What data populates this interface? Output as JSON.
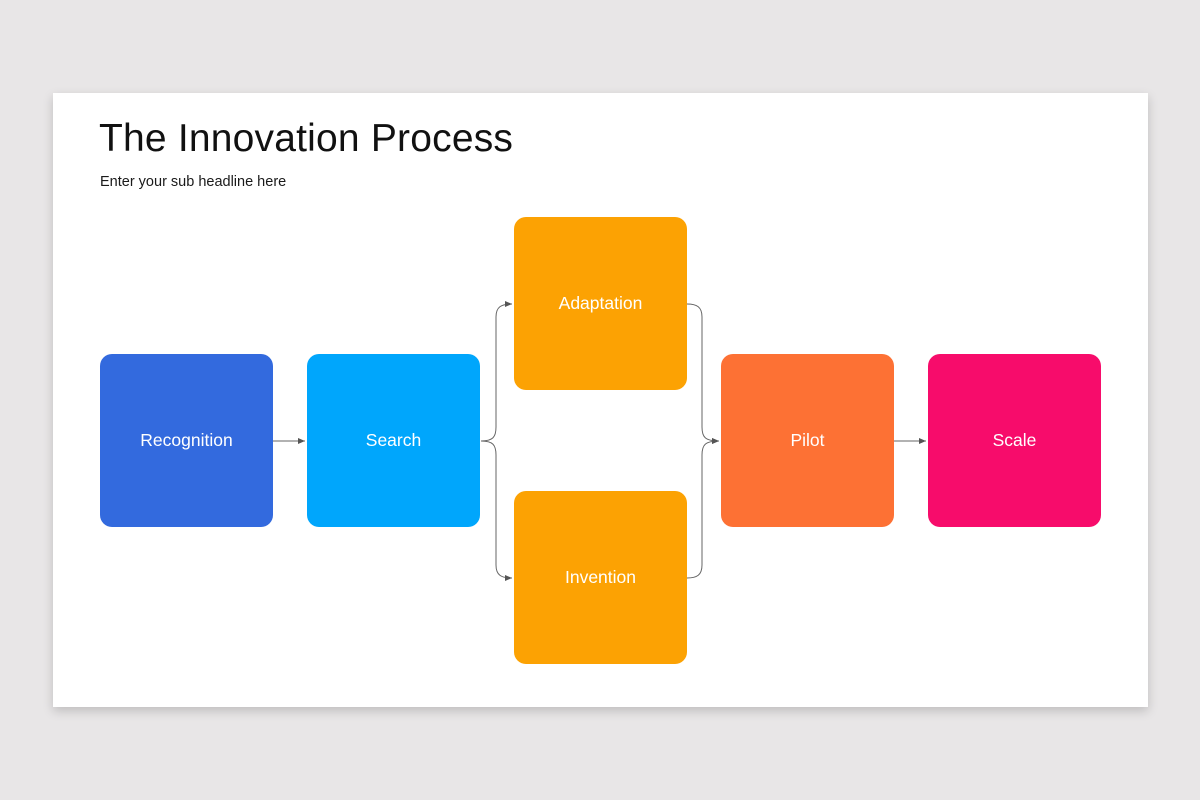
{
  "slide": {
    "title": "The Innovation Process",
    "subtitle": "Enter your sub headline here"
  },
  "nodes": [
    {
      "id": "recognition",
      "label": "Recognition",
      "color": "#336ade"
    },
    {
      "id": "search",
      "label": "Search",
      "color": "#00a6fc"
    },
    {
      "id": "adaptation",
      "label": "Adaptation",
      "color": "#fca203"
    },
    {
      "id": "invention",
      "label": "Invention",
      "color": "#fca203"
    },
    {
      "id": "pilot",
      "label": "Pilot",
      "color": "#fd7134"
    },
    {
      "id": "scale",
      "label": "Scale",
      "color": "#f70c6b"
    }
  ],
  "edges": [
    {
      "from": "Recognition",
      "to": "Search"
    },
    {
      "from": "Search",
      "to": "Adaptation"
    },
    {
      "from": "Search",
      "to": "Invention"
    },
    {
      "from": "Adaptation",
      "to": "Pilot"
    },
    {
      "from": "Invention",
      "to": "Pilot"
    },
    {
      "from": "Pilot",
      "to": "Scale"
    }
  ],
  "colors": {
    "background": "#e8e6e7",
    "slide": "#ffffff",
    "connector": "#666666"
  }
}
